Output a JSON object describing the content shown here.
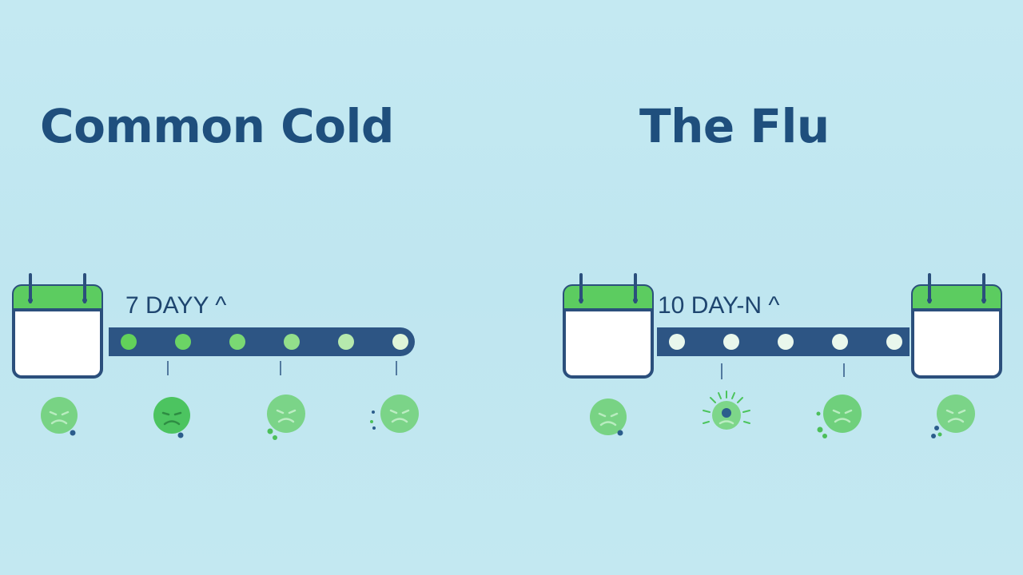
{
  "columns": [
    {
      "title": "Common Cold",
      "duration_label": "7 DAYY ^",
      "timeline_dots": 6,
      "symptom_faces": [
        "sick-face-icon",
        "sick-face-icon",
        "sick-face-icon",
        "sick-face-icon"
      ]
    },
    {
      "title": "The Flu",
      "duration_label": "10 DAY-N ^",
      "timeline_dots": 5,
      "symptom_faces": [
        "sick-face-icon",
        "fever-face-icon",
        "sick-face-icon",
        "sick-face-icon"
      ]
    }
  ],
  "colors": {
    "background": "#c2e8f1",
    "title": "#1f4f7d",
    "timeline_bar": "#2d5584",
    "calendar_header": "#5ccc60",
    "calendar_border": "#2b4f7c",
    "face_green": "#6fd37a",
    "dot_green": "#62d15a",
    "dot_light": "#e9f7ec"
  },
  "icons": [
    "calendar-icon",
    "sick-face-icon",
    "fever-face-icon"
  ]
}
